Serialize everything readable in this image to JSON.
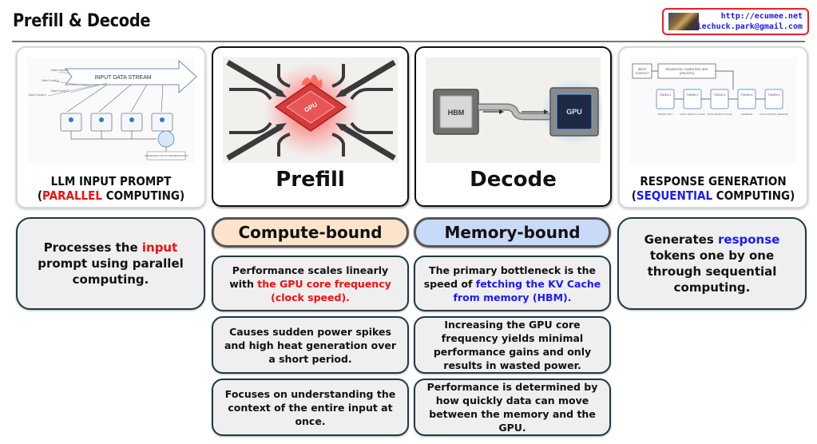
{
  "header": {
    "title": "Prefill & Decode",
    "contact": {
      "url": "http://ecumee.net",
      "email": "lechuck.park@gmail.com"
    }
  },
  "colors": {
    "accent_red": "#f01010",
    "accent_blue": "#1a1aff",
    "compute_pill_bg": "#fbe3cc",
    "memory_pill_bg": "#c9daf8",
    "desc_bg": "#efefef",
    "contact_border": "#e8202a"
  },
  "cards": {
    "input": {
      "line1": "LLM INPUT PROMPT",
      "line2_open": "(",
      "line2_highlight": "PARALLEL",
      "line2_rest": " COMPUTING)",
      "diagram": {
        "stream_label": "INPUT DATA STREAM",
        "chunks": [
          "Data Chunk A",
          "Data Chunk A",
          "Data Chunk B",
          "Data Chunk A"
        ],
        "output_label": "INTEGRATED CONTEXT REPRESENTATION"
      }
    },
    "prefill": {
      "title": "Prefill",
      "chip_label": "GPU"
    },
    "decode": {
      "title": "Decode",
      "memory_label": "HBM",
      "chip_label": "GPU"
    },
    "response": {
      "line1": "RESPONSE GENERATION",
      "line2_open": "(",
      "line2_highlight": "SEQUENTIAL",
      "line2_rest": " COMPUTING)",
      "diagram": {
        "input_label_1": "INPUT",
        "input_label_2": "CONTEXT",
        "unit_label_1": "SEQUENTIAL COMPUTING UNIT",
        "unit_label_2": "(GPU/CPU)",
        "tokens": [
          "TOKEN 1",
          "TOKEN 2",
          "TOKEN 3",
          "TOKEN 4",
          "TOKEN n"
        ],
        "token_notes": [
          "PREDICT NEXT",
          "FETCH FROM KV CACHE",
          "FETCH FROM KV CACHE",
          "GENERATE",
          "FETCH FROM KV GENERATE"
        ]
      }
    }
  },
  "left_desc": {
    "pre": "Processes the ",
    "highlight": "input",
    "post": " prompt using parallel computing."
  },
  "right_desc": {
    "pre": "Generates ",
    "highlight": "response",
    "post": " tokens one by one through sequential computing."
  },
  "prefill_col": {
    "pill": "Compute-bound",
    "items": [
      {
        "pre": "Performance scales linearly with ",
        "highlight": "the GPU core frequency (clock speed).",
        "post": ""
      },
      {
        "pre": "Causes sudden power spikes and high heat generation over a short period.",
        "highlight": "",
        "post": ""
      },
      {
        "pre": "Focuses on understanding the context of the entire input at once.",
        "highlight": "",
        "post": ""
      }
    ]
  },
  "decode_col": {
    "pill": "Memory-bound",
    "items": [
      {
        "pre": "The primary bottleneck is the speed of ",
        "highlight": "fetching the KV Cache from memory (HBM).",
        "post": ""
      },
      {
        "pre": "Increasing the GPU core frequency yields minimal performance gains and only results in wasted power.",
        "highlight": "",
        "post": ""
      },
      {
        "pre": "Performance is determined by how quickly data can move between the memory and the GPU.",
        "highlight": "",
        "post": ""
      }
    ]
  }
}
